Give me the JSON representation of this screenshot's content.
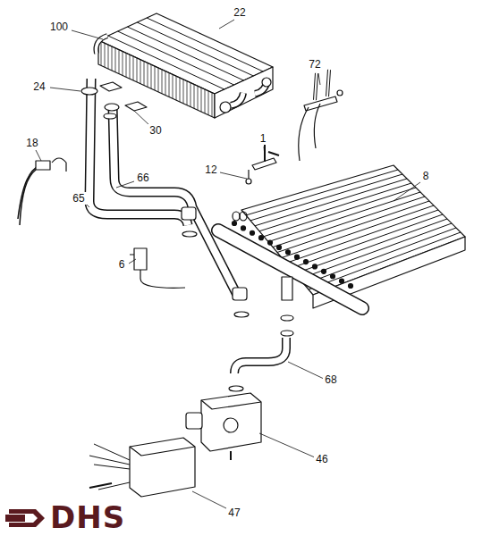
{
  "diagram": {
    "labels": [
      "100",
      "22",
      "24",
      "30",
      "72",
      "1",
      "18",
      "12",
      "8",
      "66",
      "65",
      "6",
      "68",
      "46",
      "47",
      "DHS"
    ]
  }
}
